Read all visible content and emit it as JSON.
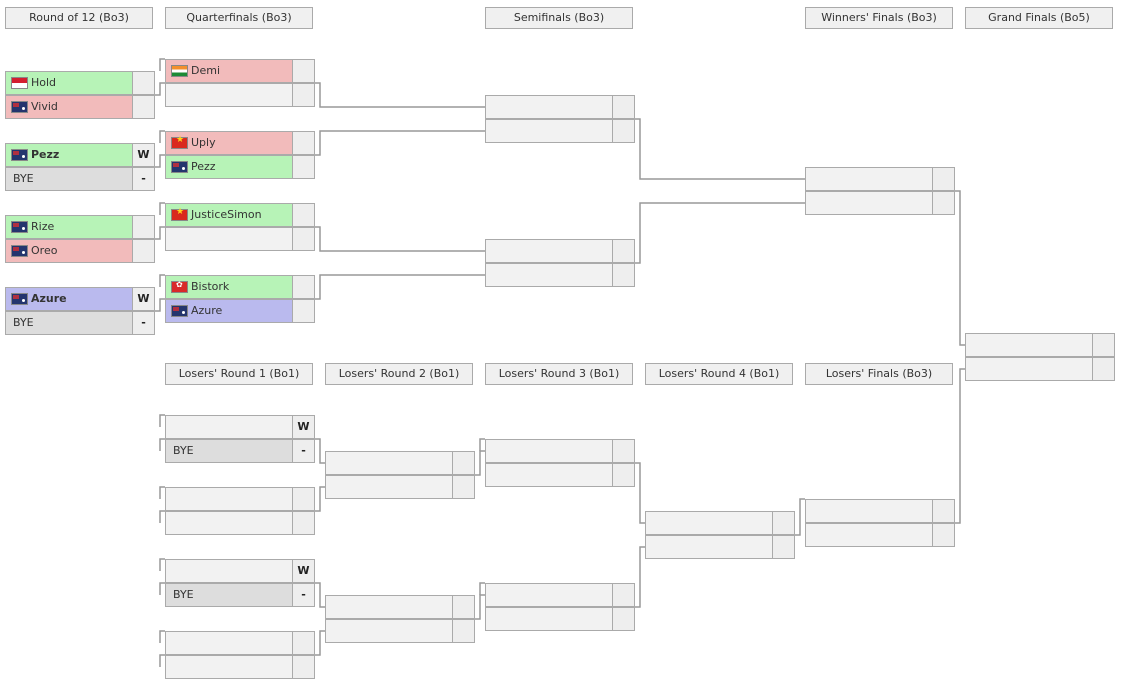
{
  "headers": {
    "r12": "Round of 12 (Bo3)",
    "qf": "Quarterfinals (Bo3)",
    "sf": "Semifinals (Bo3)",
    "wf": "Winners' Finals (Bo3)",
    "gf": "Grand Finals (Bo5)",
    "lr1": "Losers' Round 1 (Bo1)",
    "lr2": "Losers' Round 2 (Bo1)",
    "lr3": "Losers' Round 3 (Bo1)",
    "lr4": "Losers' Round 4 (Bo1)",
    "lf": "Losers' Finals (Bo3)"
  },
  "colors": {
    "win": "#b7f3b7",
    "lose": "#f2bbbb",
    "advance": "#babaee",
    "bye": "#dddddd",
    "empty": "#f2f2f2",
    "border": "#aaaaaa",
    "connector": "#999999"
  },
  "slots": {
    "r12_1_top": {
      "name": "Hold",
      "flag": "id",
      "score": ""
    },
    "r12_1_bot": {
      "name": "Vivid",
      "flag": "au",
      "score": ""
    },
    "r12_2_top": {
      "name": "Pezz",
      "flag": "au",
      "score": "W"
    },
    "r12_2_bot": {
      "name": "BYE",
      "flag": "",
      "score": "-"
    },
    "r12_3_top": {
      "name": "Rize",
      "flag": "au",
      "score": ""
    },
    "r12_3_bot": {
      "name": "Oreo",
      "flag": "au",
      "score": ""
    },
    "r12_4_top": {
      "name": "Azure",
      "flag": "au",
      "score": "W"
    },
    "r12_4_bot": {
      "name": "BYE",
      "flag": "",
      "score": "-"
    },
    "qf_1_top": {
      "name": "Demi",
      "flag": "in",
      "score": ""
    },
    "qf_1_bot": {
      "name": "",
      "flag": "",
      "score": ""
    },
    "qf_2_top": {
      "name": "Uply",
      "flag": "vn",
      "score": ""
    },
    "qf_2_bot": {
      "name": "Pezz",
      "flag": "au",
      "score": ""
    },
    "qf_3_top": {
      "name": "JusticeSimon",
      "flag": "vn",
      "score": ""
    },
    "qf_3_bot": {
      "name": "",
      "flag": "",
      "score": ""
    },
    "qf_4_top": {
      "name": "Bistork",
      "flag": "hk",
      "score": ""
    },
    "qf_4_bot": {
      "name": "Azure",
      "flag": "au",
      "score": ""
    },
    "sf_1_top": {
      "name": "",
      "flag": "",
      "score": ""
    },
    "sf_1_bot": {
      "name": "",
      "flag": "",
      "score": ""
    },
    "sf_2_top": {
      "name": "",
      "flag": "",
      "score": ""
    },
    "sf_2_bot": {
      "name": "",
      "flag": "",
      "score": ""
    },
    "wf_top": {
      "name": "",
      "flag": "",
      "score": ""
    },
    "wf_bot": {
      "name": "",
      "flag": "",
      "score": ""
    },
    "gf_top": {
      "name": "",
      "flag": "",
      "score": ""
    },
    "gf_bot": {
      "name": "",
      "flag": "",
      "score": ""
    },
    "lr1_1_top": {
      "name": "",
      "flag": "",
      "score": "W"
    },
    "lr1_1_bot": {
      "name": "BYE",
      "flag": "",
      "score": "-"
    },
    "lr1_2_top": {
      "name": "",
      "flag": "",
      "score": ""
    },
    "lr1_2_bot": {
      "name": "",
      "flag": "",
      "score": ""
    },
    "lr1_3_top": {
      "name": "",
      "flag": "",
      "score": "W"
    },
    "lr1_3_bot": {
      "name": "BYE",
      "flag": "",
      "score": "-"
    },
    "lr1_4_top": {
      "name": "",
      "flag": "",
      "score": ""
    },
    "lr1_4_bot": {
      "name": "",
      "flag": "",
      "score": ""
    },
    "lr2_1_top": {
      "name": "",
      "flag": "",
      "score": ""
    },
    "lr2_1_bot": {
      "name": "",
      "flag": "",
      "score": ""
    },
    "lr2_2_top": {
      "name": "",
      "flag": "",
      "score": ""
    },
    "lr2_2_bot": {
      "name": "",
      "flag": "",
      "score": ""
    },
    "lr3_1_top": {
      "name": "",
      "flag": "",
      "score": ""
    },
    "lr3_1_bot": {
      "name": "",
      "flag": "",
      "score": ""
    },
    "lr3_2_top": {
      "name": "",
      "flag": "",
      "score": ""
    },
    "lr3_2_bot": {
      "name": "",
      "flag": "",
      "score": ""
    },
    "lr4_top": {
      "name": "",
      "flag": "",
      "score": ""
    },
    "lr4_bot": {
      "name": "",
      "flag": "",
      "score": ""
    },
    "lf_top": {
      "name": "",
      "flag": "",
      "score": ""
    },
    "lf_bot": {
      "name": "",
      "flag": "",
      "score": ""
    }
  }
}
